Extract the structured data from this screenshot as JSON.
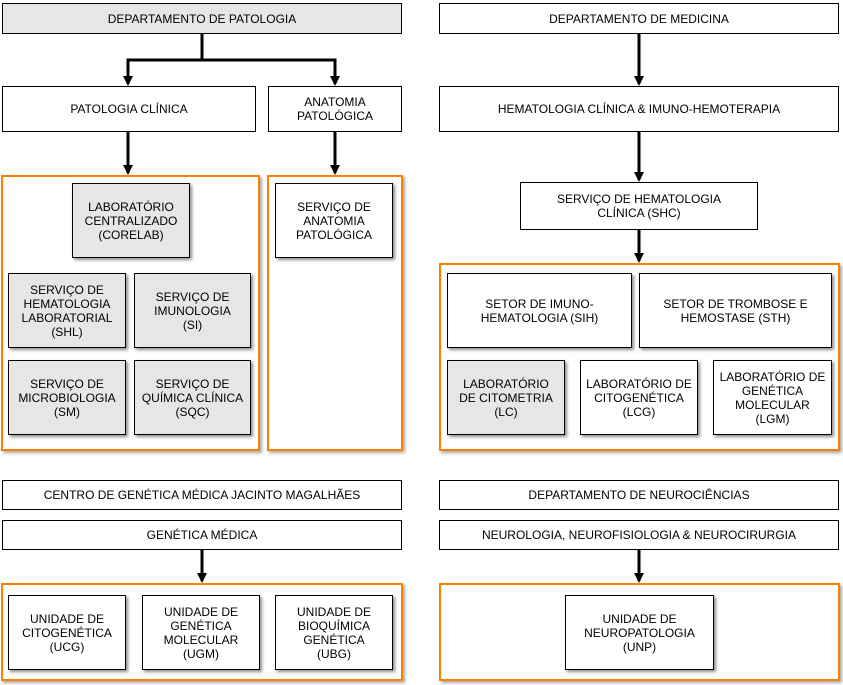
{
  "colors": {
    "group_border": "#ff8000",
    "gray_fill": "#e6e6e6",
    "line": "#000000"
  },
  "patologia": {
    "department": "DEPARTAMENTO DE PATOLOGIA",
    "clinica": "PATOLOGIA CLÍNICA",
    "anatomia": "ANATOMIA\nPATOLÓGICA",
    "corelab": "LABORATÓRIO\nCENTRALIZADO\n(CORELAB)",
    "shl": "SERVIÇO DE\nHEMATOLOGIA\nLABORATORIAL\n(SHL)",
    "si": "SERVIÇO DE\nIMUNOLOGIA\n(SI)",
    "sm": "SERVIÇO DE\nMICROBIOLOGIA\n(SM)",
    "sqc": "SERVIÇO DE\nQUÍMICA CLÍNICA\n(SQC)",
    "servico_anatomia": "SERVIÇO DE\nANATOMIA\nPATOLÓGICA"
  },
  "medicina": {
    "department": "DEPARTAMENTO DE MEDICINA",
    "hemato": "HEMATOLOGIA CLÍNICA & IMUNO-HEMOTERAPIA",
    "shc": "SERVIÇO DE HEMATOLOGIA\nCLÍNICA (SHC)",
    "sih": "SETOR DE IMUNO-\nHEMATOLOGIA (SIH)",
    "sth": "SETOR DE TROMBOSE E\nHEMOSTASE (STH)",
    "lc": "LABORATÓRIO\nDE CITOMETRIA\n(LC)",
    "lcg": "LABORATÓRIO DE\nCITOGENÉTICA\n(LCG)",
    "lgm": "LABORATÓRIO DE\nGENÉTICA\nMOLECULAR\n(LGM)"
  },
  "genetica": {
    "centro": "CENTRO DE GENÉTICA MÉDICA JACINTO MAGALHÃES",
    "medica": "GENÉTICA MÉDICA",
    "ucg": "UNIDADE DE\nCITOGENÉTICA\n(UCG)",
    "ugm": "UNIDADE DE\nGENÉTICA\nMOLECULAR\n(UGM)",
    "ubg": "UNIDADE DE\nBIOQUÍMICA\nGENÉTICA\n(UBG)"
  },
  "neuro": {
    "department": "DEPARTAMENTO DE NEUROCIÊNCIAS",
    "neurologia": "NEUROLOGIA, NEUROFISIOLOGIA & NEUROCIRURGIA",
    "unp": "UNIDADE DE\nNEUROPATOLOGIA\n(UNP)"
  }
}
